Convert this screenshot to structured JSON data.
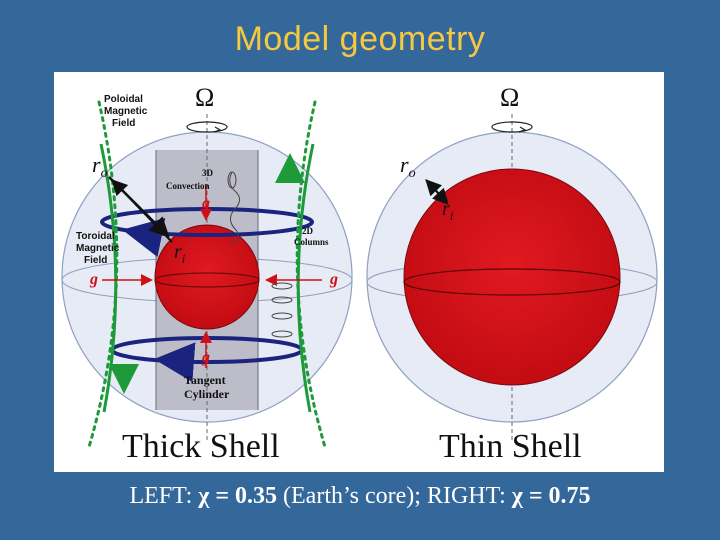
{
  "slide": {
    "title": "Model geometry"
  },
  "figure": {
    "left_panel": {
      "omega": "Ω",
      "ro_base": "r",
      "ro_sub": "o",
      "ri_base": "r",
      "ri_sub": "i",
      "poloidal_label": [
        "Poloidal",
        "Magnetic",
        "Field"
      ],
      "toroidal_label": [
        "Toroidal",
        "Magnetic",
        "Field"
      ],
      "convection_label": [
        "3D",
        "Convection"
      ],
      "columns_label": [
        "2D",
        "Columns"
      ],
      "cylinder_label": [
        "Tangent",
        "Cylinder"
      ],
      "gravity": "g",
      "caption": "Thick Shell"
    },
    "right_panel": {
      "omega": "Ω",
      "ro_base": "r",
      "ro_sub": "o",
      "ri_base": "r",
      "ri_sub": "i",
      "caption": "Thin Shell"
    },
    "colors": {
      "core_red": "#d10f16",
      "shell": "#e6ebf5",
      "field_green": "#1e9a3a",
      "toroidal_navy": "#1a237e",
      "cylinder_gray": "#b8b8c4",
      "title_gold": "#f5c842",
      "background": "#34689b"
    }
  },
  "caption": {
    "left_prefix": "LEFT: ",
    "chi": "χ",
    "left_value": " = 0.35",
    "left_note": " (Earth’s core); RIGHT: ",
    "right_value": " = 0.75"
  }
}
